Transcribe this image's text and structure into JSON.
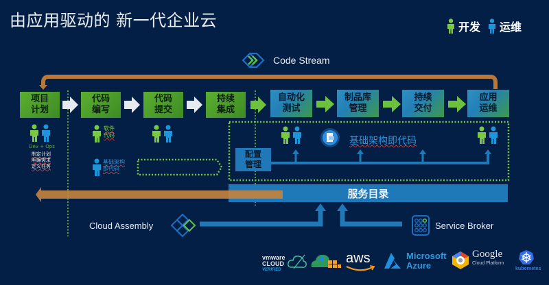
{
  "title": "由应用驱动的 新一代企业云",
  "legend": [
    {
      "label": "开发",
      "color": "#7ac943"
    },
    {
      "label": "运维",
      "color": "#1e95d8"
    }
  ],
  "code_stream": {
    "label": "Code Stream"
  },
  "pipeline": [
    {
      "label": "项目\n计划",
      "style": "green"
    },
    {
      "label": "代码\n编写",
      "style": "green"
    },
    {
      "label": "代码\n提交",
      "style": "green"
    },
    {
      "label": "持续\n集成",
      "style": "green"
    },
    {
      "label": "自动化\n测试",
      "style": "blue"
    },
    {
      "label": "制品库\n管理",
      "style": "blue"
    },
    {
      "label": "持续\n交付",
      "style": "blue"
    },
    {
      "label": "应用\n运维",
      "style": "blue"
    }
  ],
  "annotations": {
    "dev_ops_label": "Dev + Ops",
    "planning_notes": [
      "制定计划",
      "明确需求",
      "定义任务"
    ],
    "software_code": "软件\n代码",
    "infra_code_small": "基础架构\n即代码",
    "infra_as_code": "基础架构即代码",
    "config_mgmt": "配置\n管理",
    "service_catalog": "服务目录"
  },
  "bottom": {
    "cloud_assembly": "Cloud Assembly",
    "service_broker": "Service Broker"
  },
  "logos": {
    "vmware_line1": "vmware",
    "vmware_line2": "CLOUD",
    "vmware_line3": "VERIFIED",
    "aws": "aws",
    "azure_line1": "Microsoft",
    "azure_line2": "Azure",
    "google_line1": "Google",
    "google_line2": "Cloud Platform",
    "kubernetes": "kubernetes"
  },
  "colors": {
    "background": "#041f45",
    "dev_green": "#7ac943",
    "ops_blue": "#1e95d8",
    "feedback_orange": "#b8783a",
    "dotted_green": "#7ac943",
    "catalog_blue": "#1f78b8"
  }
}
